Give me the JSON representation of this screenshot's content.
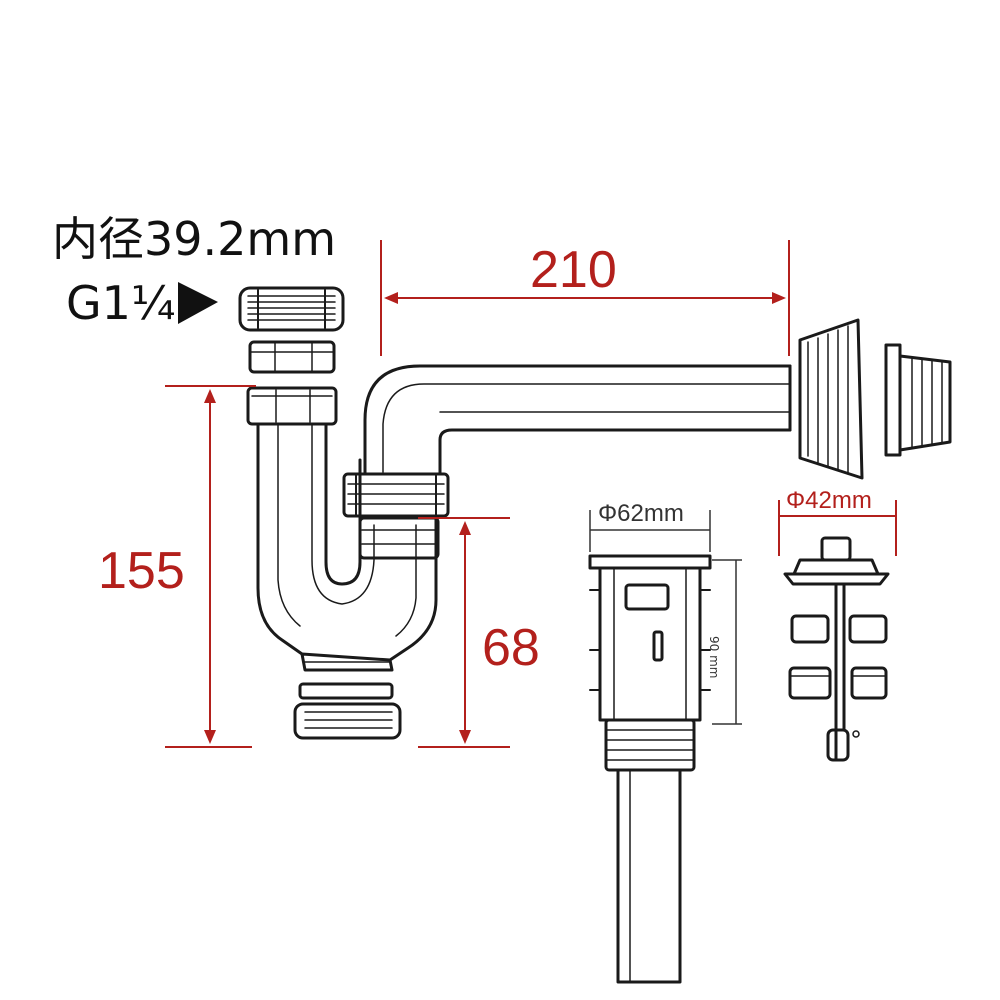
{
  "specs": {
    "inner_diameter": "内径39.2mm",
    "thread": "G1¼"
  },
  "dimensions": {
    "horizontal_length": "210",
    "total_height": "155",
    "outlet_height": "68",
    "pop_up_diameter": "Φ62mm",
    "stopper_diameter": "Φ42mm",
    "pop_up_height": "90 mm"
  },
  "colors": {
    "outline": "#1a1a1a",
    "dimension_red": "#b3201c",
    "dimension_dark": "#333333"
  }
}
